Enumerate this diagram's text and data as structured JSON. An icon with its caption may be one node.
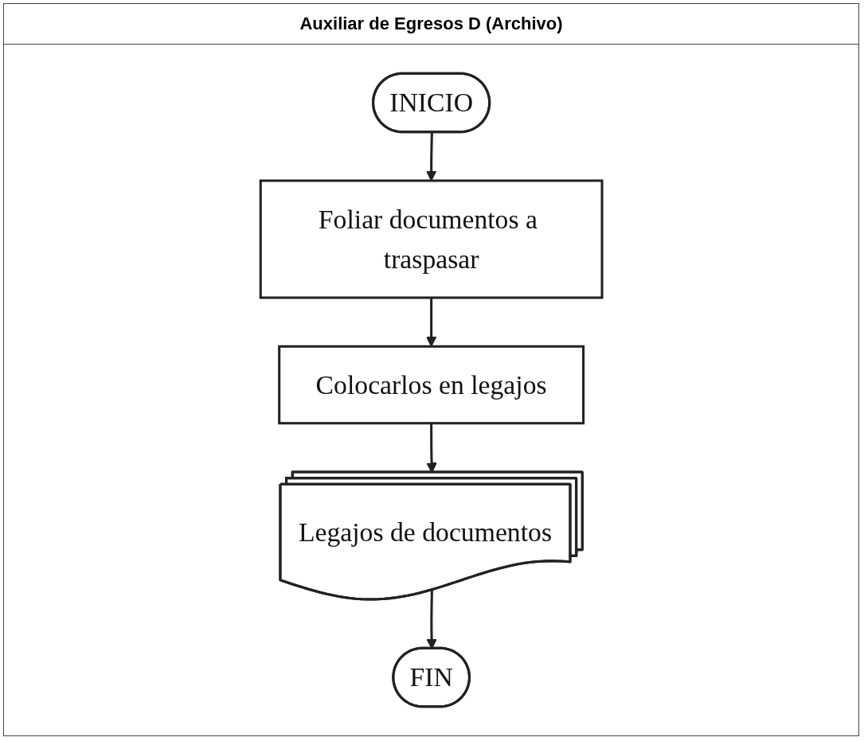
{
  "diagram": {
    "title": "Auxiliar de Egresos D (Archivo)",
    "nodes": [
      {
        "text": [
          "INICIO"
        ]
      },
      {
        "text": [
          "Foliar documentos a traspasar"
        ]
      },
      {
        "text": [
          "Colocarlos en legajos"
        ]
      },
      {
        "text": [
          "Legajos de documentos"
        ]
      },
      {
        "text": [
          "FIN"
        ]
      }
    ],
    "edges": [
      {
        "from": 0,
        "to": 1,
        "arrow": "to"
      },
      {
        "from": 1,
        "to": 2,
        "arrow": "to"
      },
      {
        "from": 2,
        "to": 3,
        "arrow": "to"
      },
      {
        "from": 3,
        "to": 4,
        "arrow": "to"
      }
    ]
  }
}
